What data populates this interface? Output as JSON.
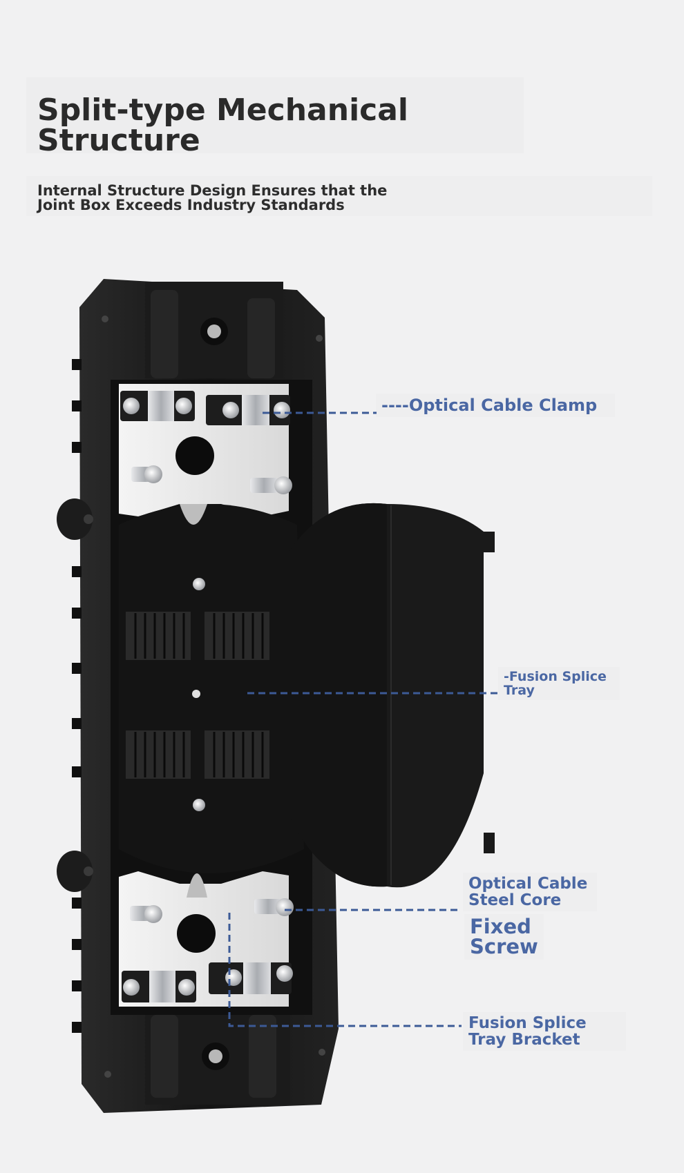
{
  "header": {
    "title": "Split-type Mechanical\n Structure",
    "subtitle": "Internal Structure Design Ensures that the\n Joint Box Exceeds Industry Standards"
  },
  "callouts": {
    "optical_cable_clamp": "----Optical Cable Clamp",
    "fusion_splice_tray": "-Fusion Splice\n Tray",
    "optical_cable_steel_core": "Optical Cable\n Steel Core",
    "fixed_screw": "Fixed\n Screw",
    "fusion_splice_tray_bracket": "Fusion Splice\n Tray Bracket"
  },
  "colors": {
    "background": "#f1f1f2",
    "title_text": "#2a2a2a",
    "callout_text": "#4a67a3",
    "leader_line": "#3c5a96",
    "enclosure": "#181818",
    "mounting_plate": "#e6e6e6",
    "clamp_metal": "#c7c9cc"
  }
}
